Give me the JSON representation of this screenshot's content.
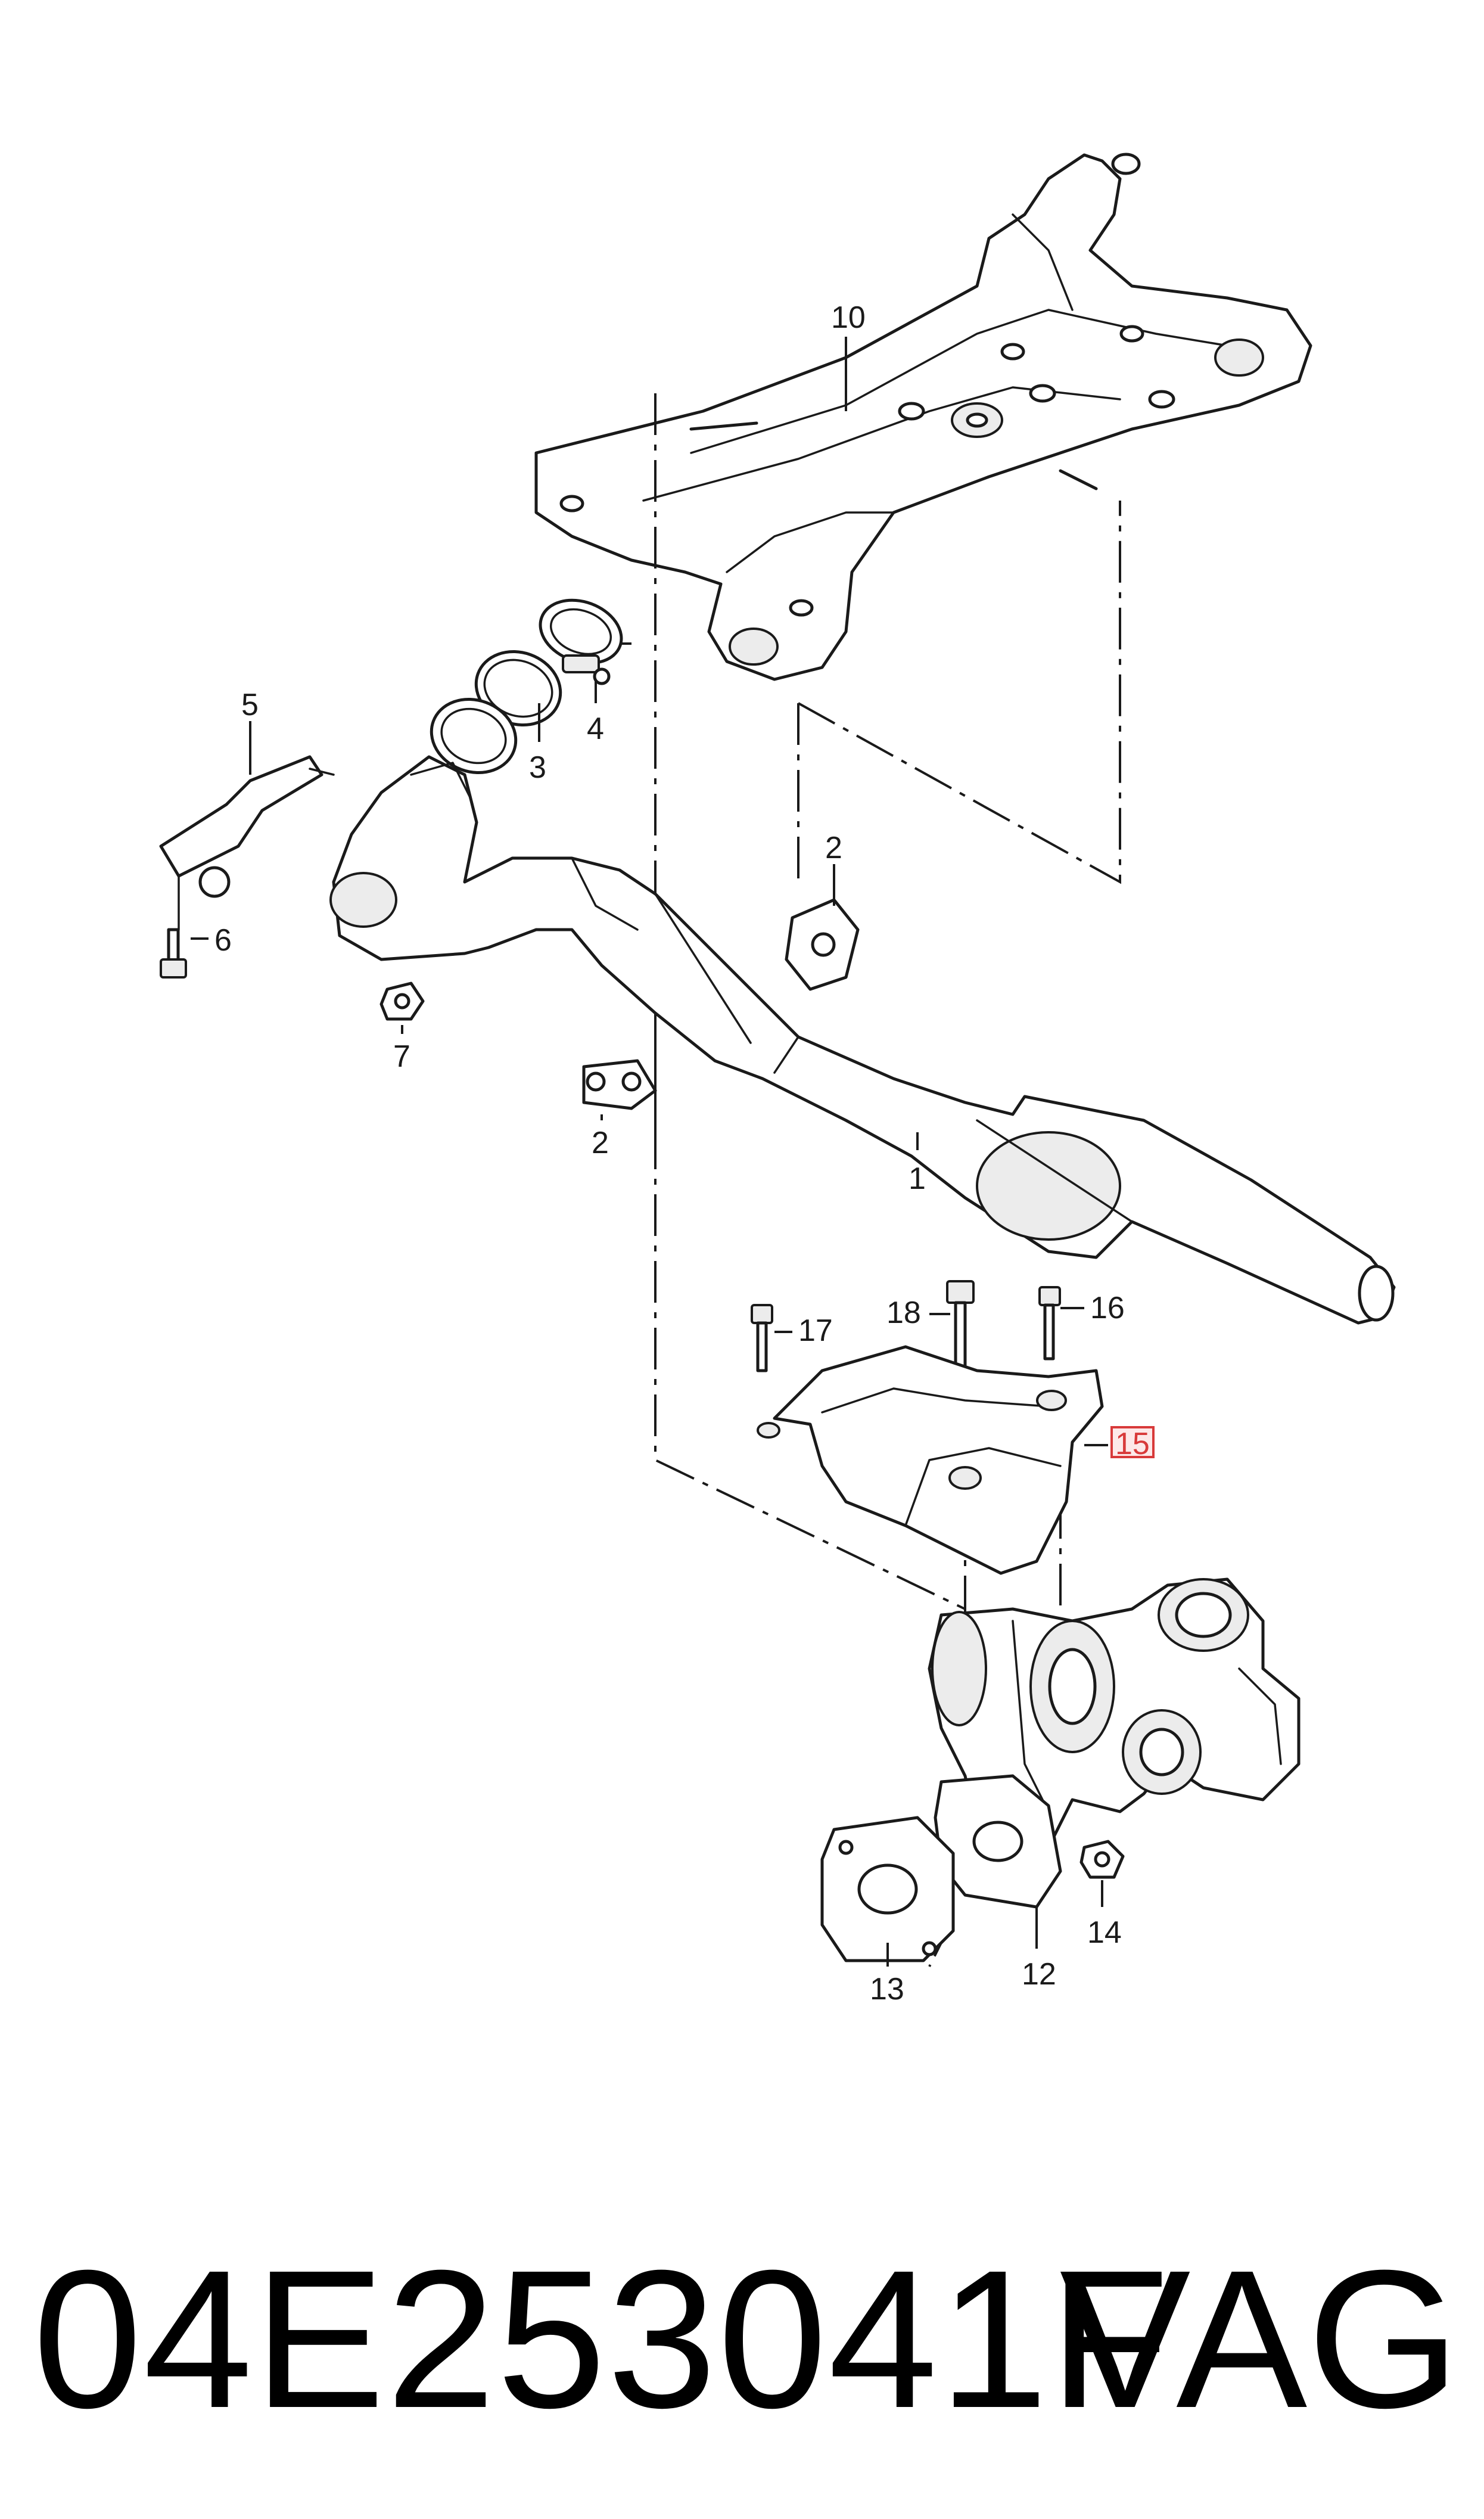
{
  "diagram": {
    "callouts": [
      {
        "id": "c1",
        "label": "1"
      },
      {
        "id": "c2a",
        "label": "2"
      },
      {
        "id": "c2b",
        "label": "2"
      },
      {
        "id": "c3",
        "label": "3"
      },
      {
        "id": "c4",
        "label": "4"
      },
      {
        "id": "c5",
        "label": "5"
      },
      {
        "id": "c6",
        "label": "6"
      },
      {
        "id": "c7",
        "label": "7"
      },
      {
        "id": "c10",
        "label": "10"
      },
      {
        "id": "c12",
        "label": "12"
      },
      {
        "id": "c13",
        "label": "13"
      },
      {
        "id": "c14",
        "label": "14"
      },
      {
        "id": "c15",
        "label": "15",
        "highlighted": true
      },
      {
        "id": "c16",
        "label": "16"
      },
      {
        "id": "c17",
        "label": "17"
      },
      {
        "id": "c18",
        "label": "18"
      }
    ],
    "highlight_color": "#d83a3a"
  },
  "footer": {
    "part_number": "04E253041F",
    "brand": "VAG"
  }
}
